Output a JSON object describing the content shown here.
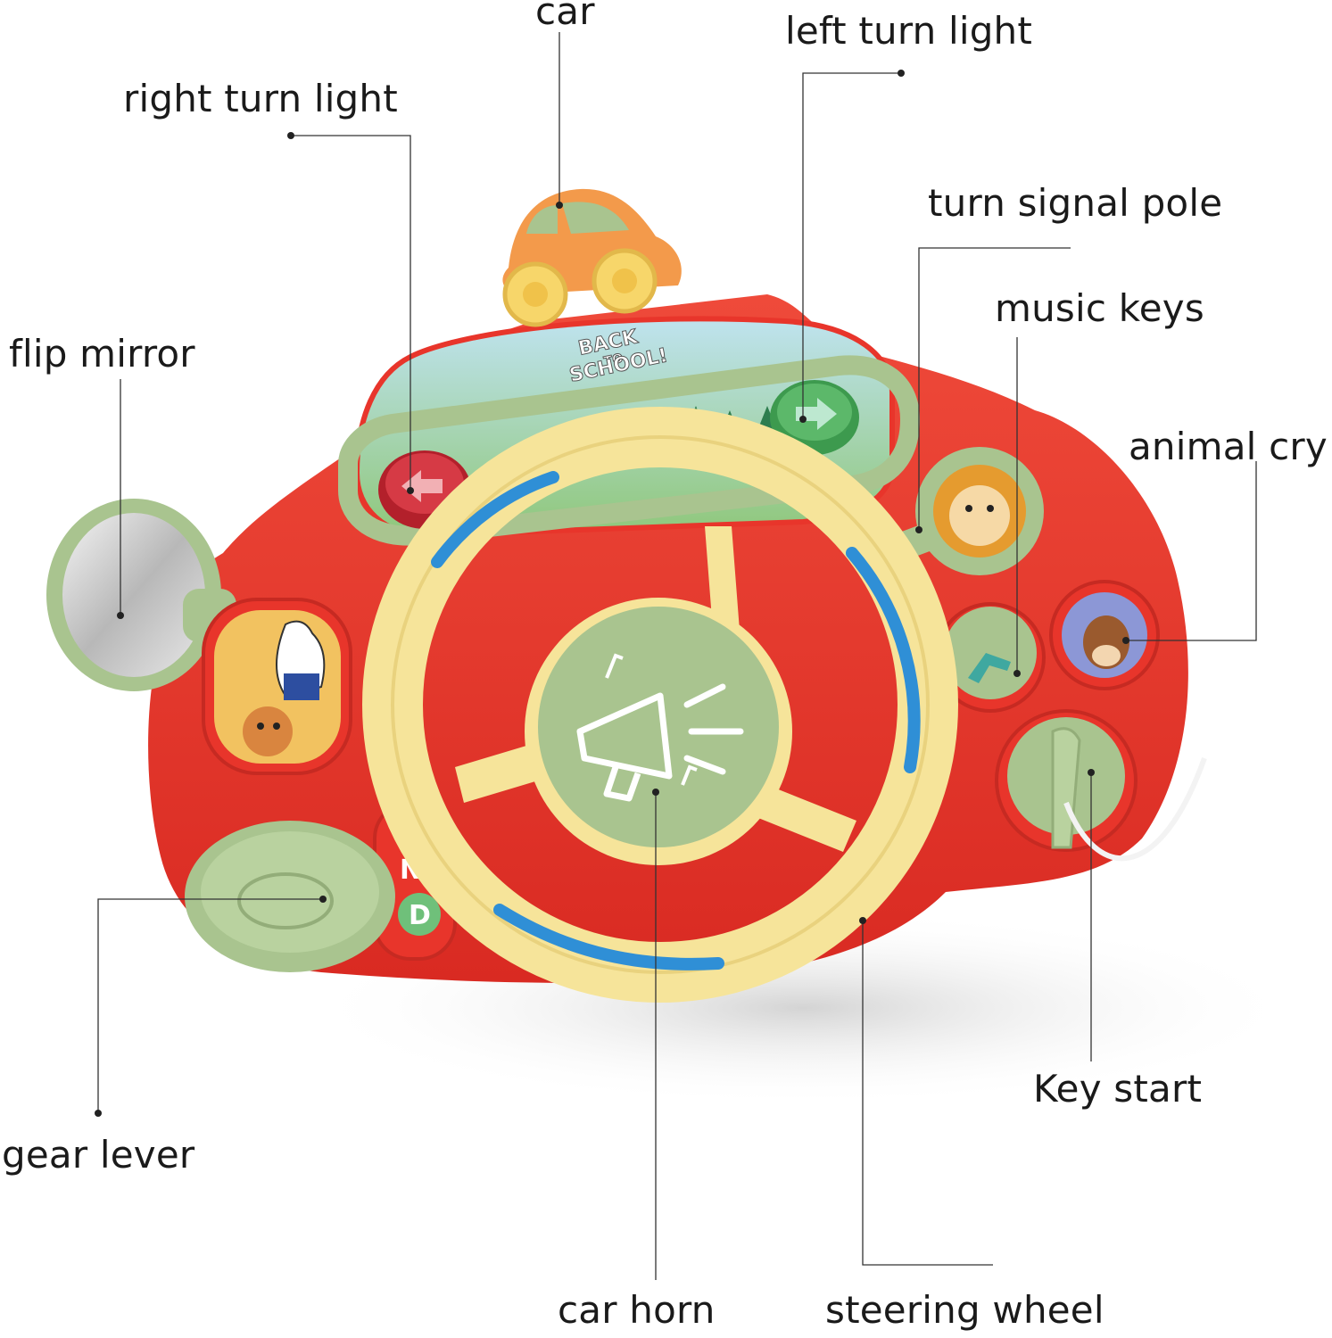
{
  "labels": {
    "car": "car",
    "left_turn_light": "left turn light",
    "right_turn_light": "right turn light",
    "turn_signal_pole": "turn signal pole",
    "music_keys": "music keys",
    "flip_mirror": "flip mirror",
    "animal_cry": "animal cry",
    "gear_lever": "gear lever",
    "key_start": "Key start",
    "car_horn": "car horn",
    "steering_wheel": "steering wheel"
  },
  "toy_text": {
    "banner": [
      "BACK",
      "TO",
      "SCHOOL!"
    ],
    "gear_letters": [
      "N",
      "D"
    ]
  },
  "colors": {
    "body_red": "#e8352b",
    "sage_green": "#a9c48f",
    "wheel_yellow": "#f6e49a",
    "accent_blue": "#2f8fd6",
    "car_orange": "#f39a4b",
    "leader_line": "#333333"
  }
}
